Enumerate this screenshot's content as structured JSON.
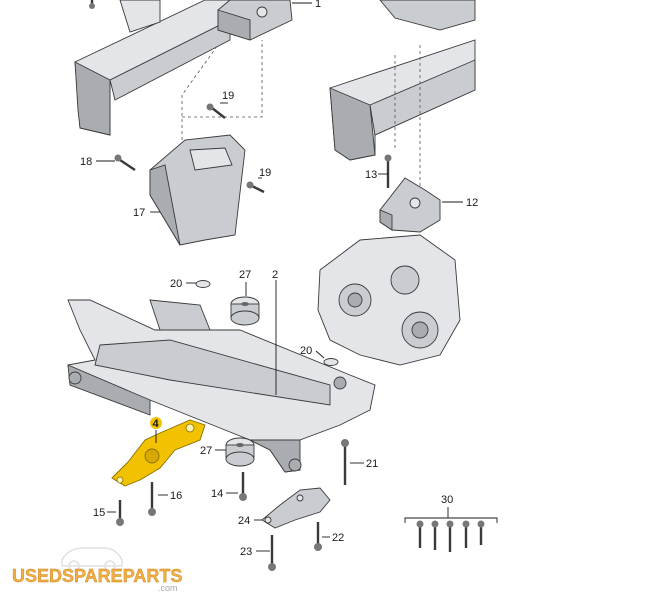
{
  "callouts": {
    "c1": "1",
    "c2": "2",
    "c4": "4",
    "c12": "12",
    "c13": "13",
    "c14": "14",
    "c15": "15",
    "c16": "16",
    "c17": "17",
    "c18": "18",
    "c19a": "19",
    "c19b": "19",
    "c20a": "20",
    "c20b": "20",
    "c21": "21",
    "c22": "22",
    "c23": "23",
    "c24": "24",
    "c27a": "27",
    "c27b": "27",
    "c30": "30"
  },
  "highlight_color": "#f2c200",
  "watermark": {
    "brand": "USEDSPAREPARTS",
    "domain": ".com"
  }
}
